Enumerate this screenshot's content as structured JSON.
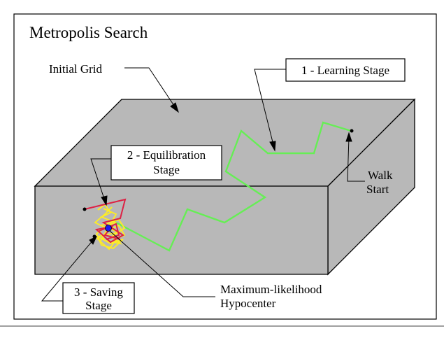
{
  "title": "Metropolis Search",
  "labels": {
    "initial_grid": "Initial Grid",
    "learning_stage": "1 - Learning Stage",
    "equilibration_line1": "2 - Equilibration",
    "equilibration_line2": "Stage",
    "walk_line1": "Walk",
    "walk_line2": "Start",
    "saving_line1": "3 - Saving",
    "saving_line2": "Stage",
    "hypocenter_line1": "Maximum-likelihood",
    "hypocenter_line2": "Hypocenter"
  },
  "colors": {
    "box_face": "#b8b8b8",
    "learning_path": "#66ee55",
    "equilibration_path": "#dd2244",
    "saving_cloud": "#ffee22",
    "hypocenter": "#1a1aee",
    "outline": "#000000"
  }
}
